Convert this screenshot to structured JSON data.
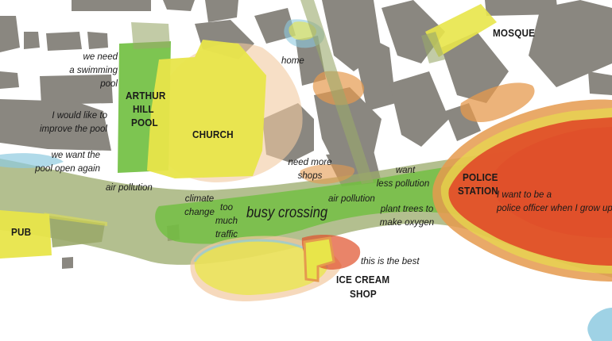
{
  "map": {
    "colors": {
      "building": "#8a8780",
      "street": "#ffffff",
      "green_zone": "#6fbf3e",
      "olive_zone": "#9aa96a",
      "yellow_zone": "#e8e54a",
      "orange_zone": "#e59a4e",
      "red_zone": "#e0502a",
      "blue_zone": "#8ecae0",
      "peach_zone": "#f2c9a0"
    },
    "places": {
      "mosque": "MOSQUE",
      "arthur_hill_pool_line1": "ARTHUR",
      "arthur_hill_pool_line2": "HILL",
      "arthur_hill_pool_line3": "POOL",
      "church": "CHURCH",
      "police_station_line1": "POLICE",
      "police_station_line2": "STATION",
      "pub": "PUB",
      "ice_cream_shop_line1": "ICE CREAM",
      "ice_cream_shop_line2": "SHOP"
    },
    "comments": {
      "swimming_pool_line1": "we need",
      "swimming_pool_line2": "a swimming",
      "swimming_pool_line3": "pool",
      "improve_pool_line1": "I would like to",
      "improve_pool_line2": "improve the pool",
      "pool_open_line1": "we want the",
      "pool_open_line2": "pool open again",
      "home": "home",
      "more_shops_line1": "need more",
      "more_shops_line2": "shops",
      "less_pollution_line1": "want",
      "less_pollution_line2": "less pollution",
      "air_pollution_left": "air pollution",
      "air_pollution_center": "air pollution",
      "climate_change_line1": "climate",
      "climate_change_line2": "change",
      "too_much_traffic_line1": "too",
      "too_much_traffic_line2": "much",
      "too_much_traffic_line3": "traffic",
      "busy_crossing": "busy crossing",
      "plant_trees_line1": "plant trees to",
      "plant_trees_line2": "make oxygen",
      "police_officer_line1": "I want to be a",
      "police_officer_line2": "police officer when I grow up",
      "best_shop": "this is the best"
    }
  }
}
